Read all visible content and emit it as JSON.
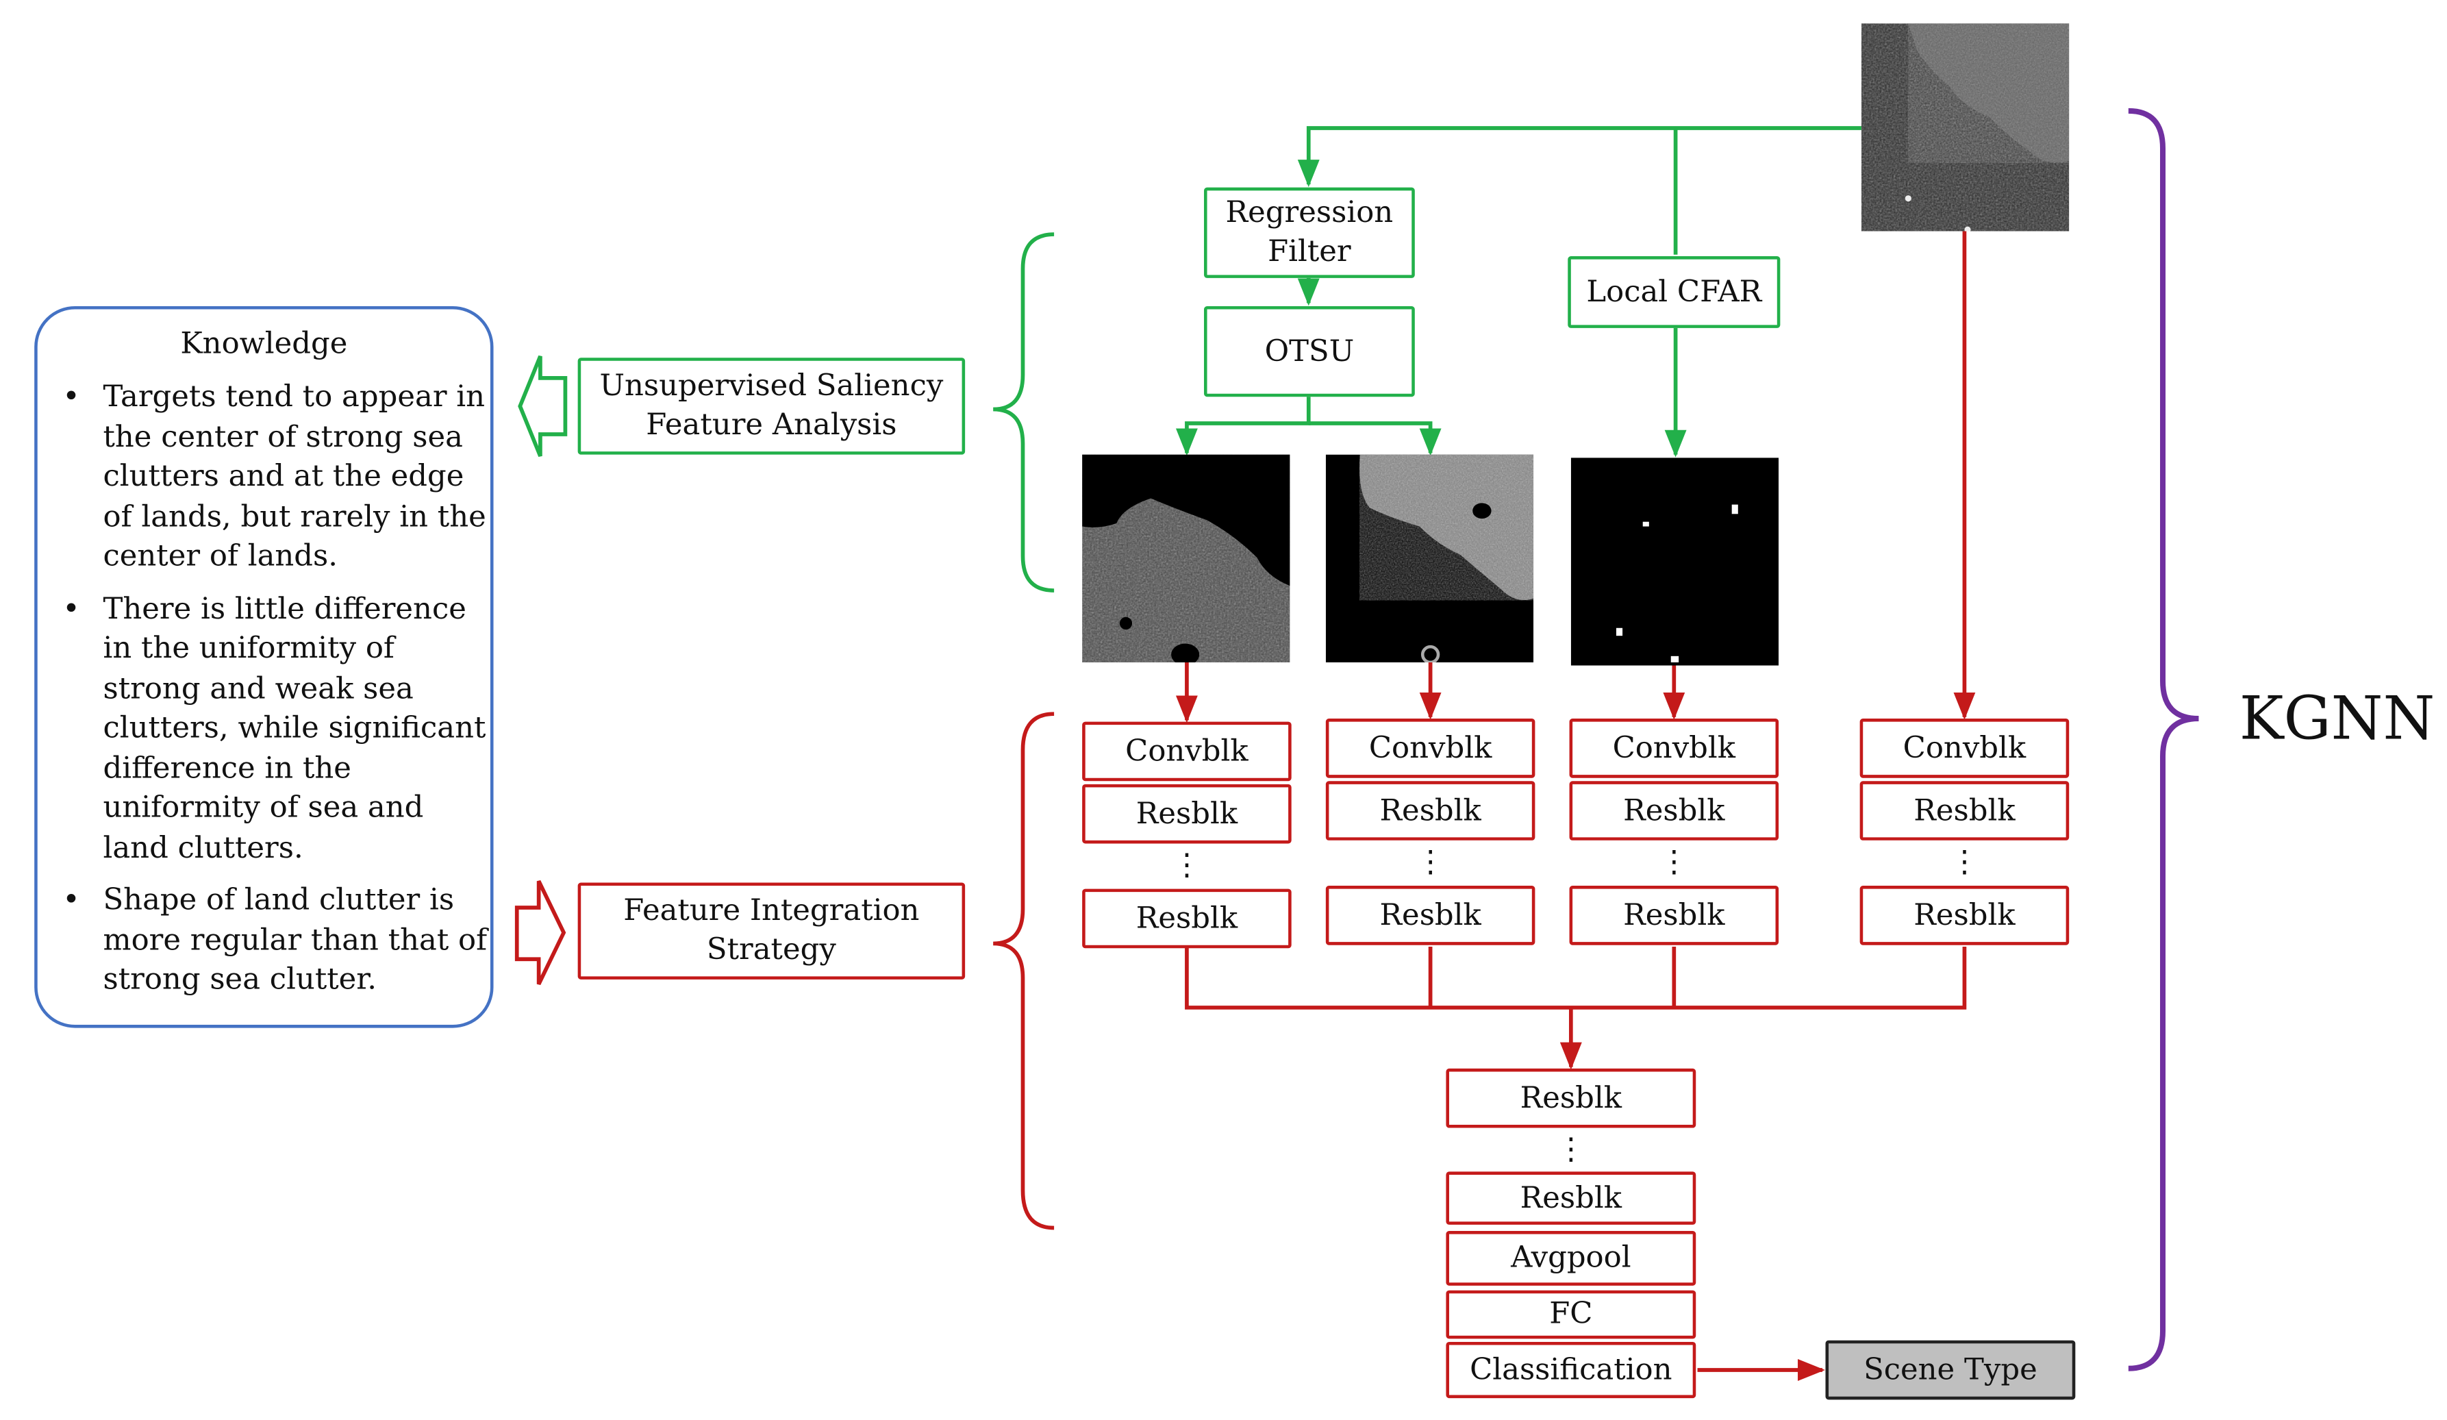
{
  "colors": {
    "green": "#22b04a",
    "red": "#c41a1a",
    "blue": "#4472c4",
    "purple": "#7030a0",
    "grey": "#bfbfbf"
  },
  "knowledge": {
    "title": "Knowledge",
    "bullet": "•",
    "items": [
      "Targets tend to appear in the center of strong sea clutters and at the edge of lands, but rarely in the center of lands.",
      "There is little difference in the uniformity of strong and weak sea clutters, while significant difference in the uniformity of sea and land clutters.",
      "Shape of land clutter is more regular than that of strong sea clutter."
    ]
  },
  "usfa": {
    "label": "Unsupervised Saliency\nFeature Analysis"
  },
  "fis": {
    "label": "Feature Integration\nStrategy"
  },
  "regression_filter": {
    "label": "Regression\nFilter"
  },
  "otsu": {
    "label": "OTSU"
  },
  "local_cfar": {
    "label": "Local CFAR"
  },
  "branches": [
    {
      "convblk": "Convblk",
      "resblk1": "Resblk",
      "dots": "⋮",
      "resblk2": "Resblk"
    },
    {
      "convblk": "Convblk",
      "resblk1": "Resblk",
      "dots": "⋮",
      "resblk2": "Resblk"
    },
    {
      "convblk": "Convblk",
      "resblk1": "Resblk",
      "dots": "⋮",
      "resblk2": "Resblk"
    },
    {
      "convblk": "Convblk",
      "resblk1": "Resblk",
      "dots": "⋮",
      "resblk2": "Resblk"
    }
  ],
  "trunk": {
    "resblk1": "Resblk",
    "dots": "⋮",
    "resblk2": "Resblk",
    "avgpool": "Avgpool",
    "fc": "FC",
    "classification": "Classification"
  },
  "scene_type": {
    "label": "Scene Type"
  },
  "kgnn": {
    "label": "KGNN"
  }
}
